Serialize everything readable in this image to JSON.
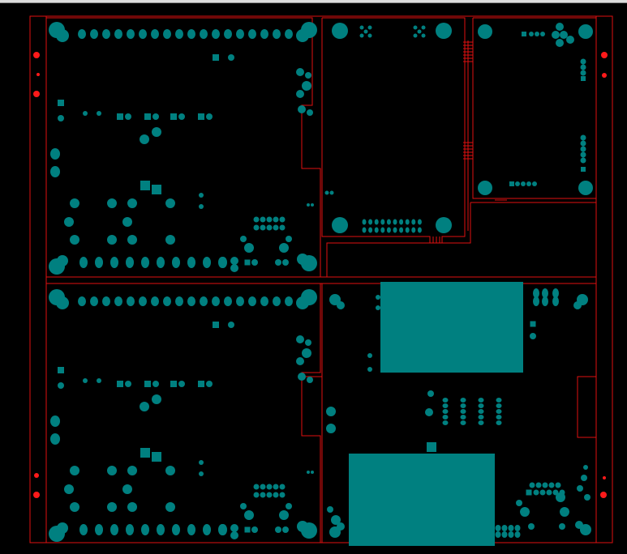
{
  "colors": {
    "background": "#000000",
    "outline": "#e01010",
    "copper": "#008080",
    "fiducial": "#ff1a1a",
    "window_frame": "#dcdcdc"
  },
  "panel": {
    "modules": [
      {
        "name": "module-top-left",
        "pad_color": "copper"
      },
      {
        "name": "module-top-middle",
        "pad_color": "copper"
      },
      {
        "name": "module-top-right",
        "pad_color": "copper"
      },
      {
        "name": "module-bottom-left",
        "pad_color": "copper"
      },
      {
        "name": "module-bottom-right",
        "pad_color": "copper"
      }
    ]
  }
}
